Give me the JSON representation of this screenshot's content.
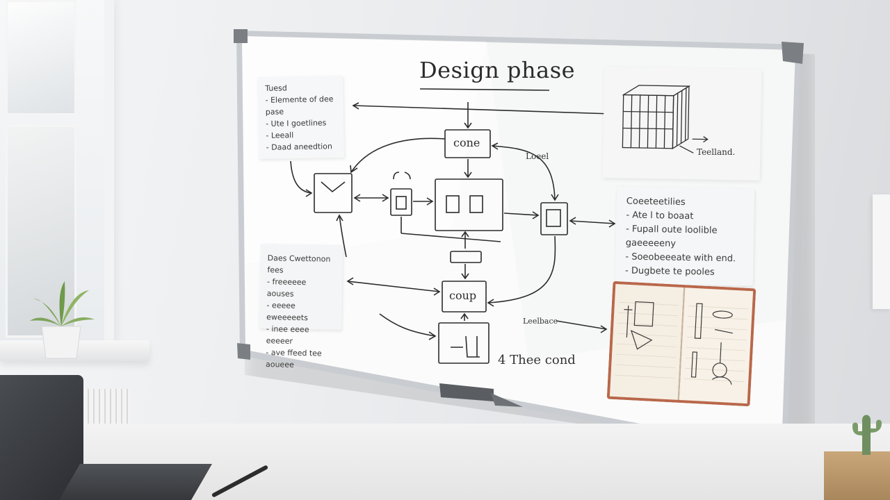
{
  "board": {
    "title": "Design phase",
    "boxes": {
      "top": "cone",
      "bottom": "coup"
    },
    "labels": {
      "loop_label": "Loeel",
      "bottom_left_label": "Leelbace",
      "bottom_right_label": "4 Thee cond"
    },
    "sketch_label": "Teelland."
  },
  "notes": {
    "top_left": [
      "Tuesd",
      "- Elemente of dee pase",
      "- Ute I goetlines",
      "- Leeall",
      "- Daad aneedtion"
    ],
    "bottom_left": [
      "Daes Cwettonon fees",
      "- freeeeee aouses",
      "- eeeee eweeeeets",
      "- inee eeee eeeeer",
      "- ave ffeed tee aoueee"
    ],
    "right_middle": [
      "Coeeteetilies",
      "- Ate l to boaat",
      "- Fupall oute loolible gaeeeeeny",
      "- Soeobeeeate with end.",
      "- Dugbete te pooles"
    ]
  },
  "colors": {
    "ink": "#2b2b2b",
    "board_surface": "#fbfbfb",
    "frame": "#c9ccd0",
    "notebook_cover": "#b9674a",
    "notebook_page": "#f5eee3"
  }
}
